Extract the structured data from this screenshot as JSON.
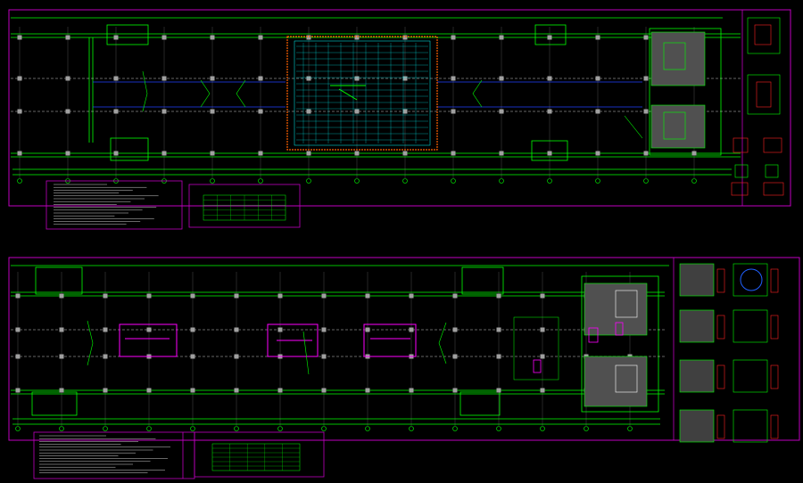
{
  "drawing": {
    "background_color": "#000000",
    "colors": {
      "frame": "#c000c0",
      "structure": "#00ff00",
      "gridline": "#ffffff",
      "axis": "#00c0c0",
      "rebar": "#00ffff",
      "hatch": "#a0a0a0",
      "red": "#ff2020",
      "blue": "#2020ff",
      "yellow": "#ffff00",
      "orange": "#ff6000",
      "magenta": "#ff00ff"
    },
    "sheets": [
      {
        "id": "upper-plan",
        "title_block": {
          "present": true
        },
        "notes_panel": {
          "present": true,
          "text_legible": false
        },
        "schedule_table": {
          "present": true,
          "text_legible": false
        },
        "detail_panel": {
          "present": true,
          "detail_count": 6
        }
      },
      {
        "id": "lower-plan",
        "title_block": {
          "present": true
        },
        "notes_panel": {
          "present": true,
          "text_legible": false
        },
        "schedule_table": {
          "present": true,
          "text_legible": false
        },
        "detail_panel": {
          "present": true,
          "detail_count": 12
        }
      }
    ],
    "text_legible": false
  }
}
